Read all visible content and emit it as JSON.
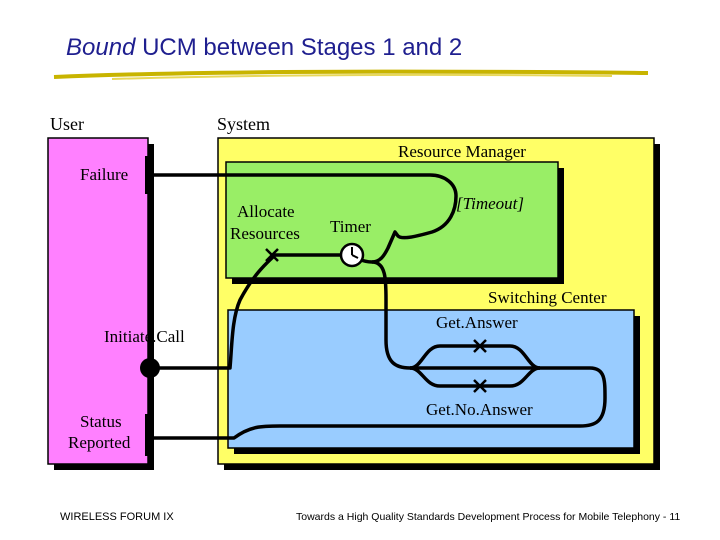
{
  "slide": {
    "title_italic": "Bound",
    "title_rest": " UCM between Stages 1 and 2"
  },
  "actors": {
    "user": "User",
    "system": "System"
  },
  "components": {
    "resource_manager": "Resource Manager",
    "switching_center": "Switching Center"
  },
  "labels": {
    "failure": "Failure",
    "allocate_line1": "Allocate",
    "allocate_line2": "Resources",
    "timer": "Timer",
    "timeout": "[Timeout]",
    "initiate_call": "Initiate.Call",
    "status_line1": "Status",
    "status_line2": "Reported",
    "get_answer": "Get.Answer",
    "get_no_answer": "Get.No.Answer"
  },
  "footer": {
    "left": "WIRELESS FORUM IX",
    "right": "Towards a High Quality Standards Development Process for Mobile Telephony - 11"
  },
  "colors": {
    "title": "#1f1f8f",
    "user_box": "#ff80ff",
    "system_box": "#ffff66",
    "resource_manager_box": "#99ee66",
    "switching_center_box": "#99ccff"
  }
}
